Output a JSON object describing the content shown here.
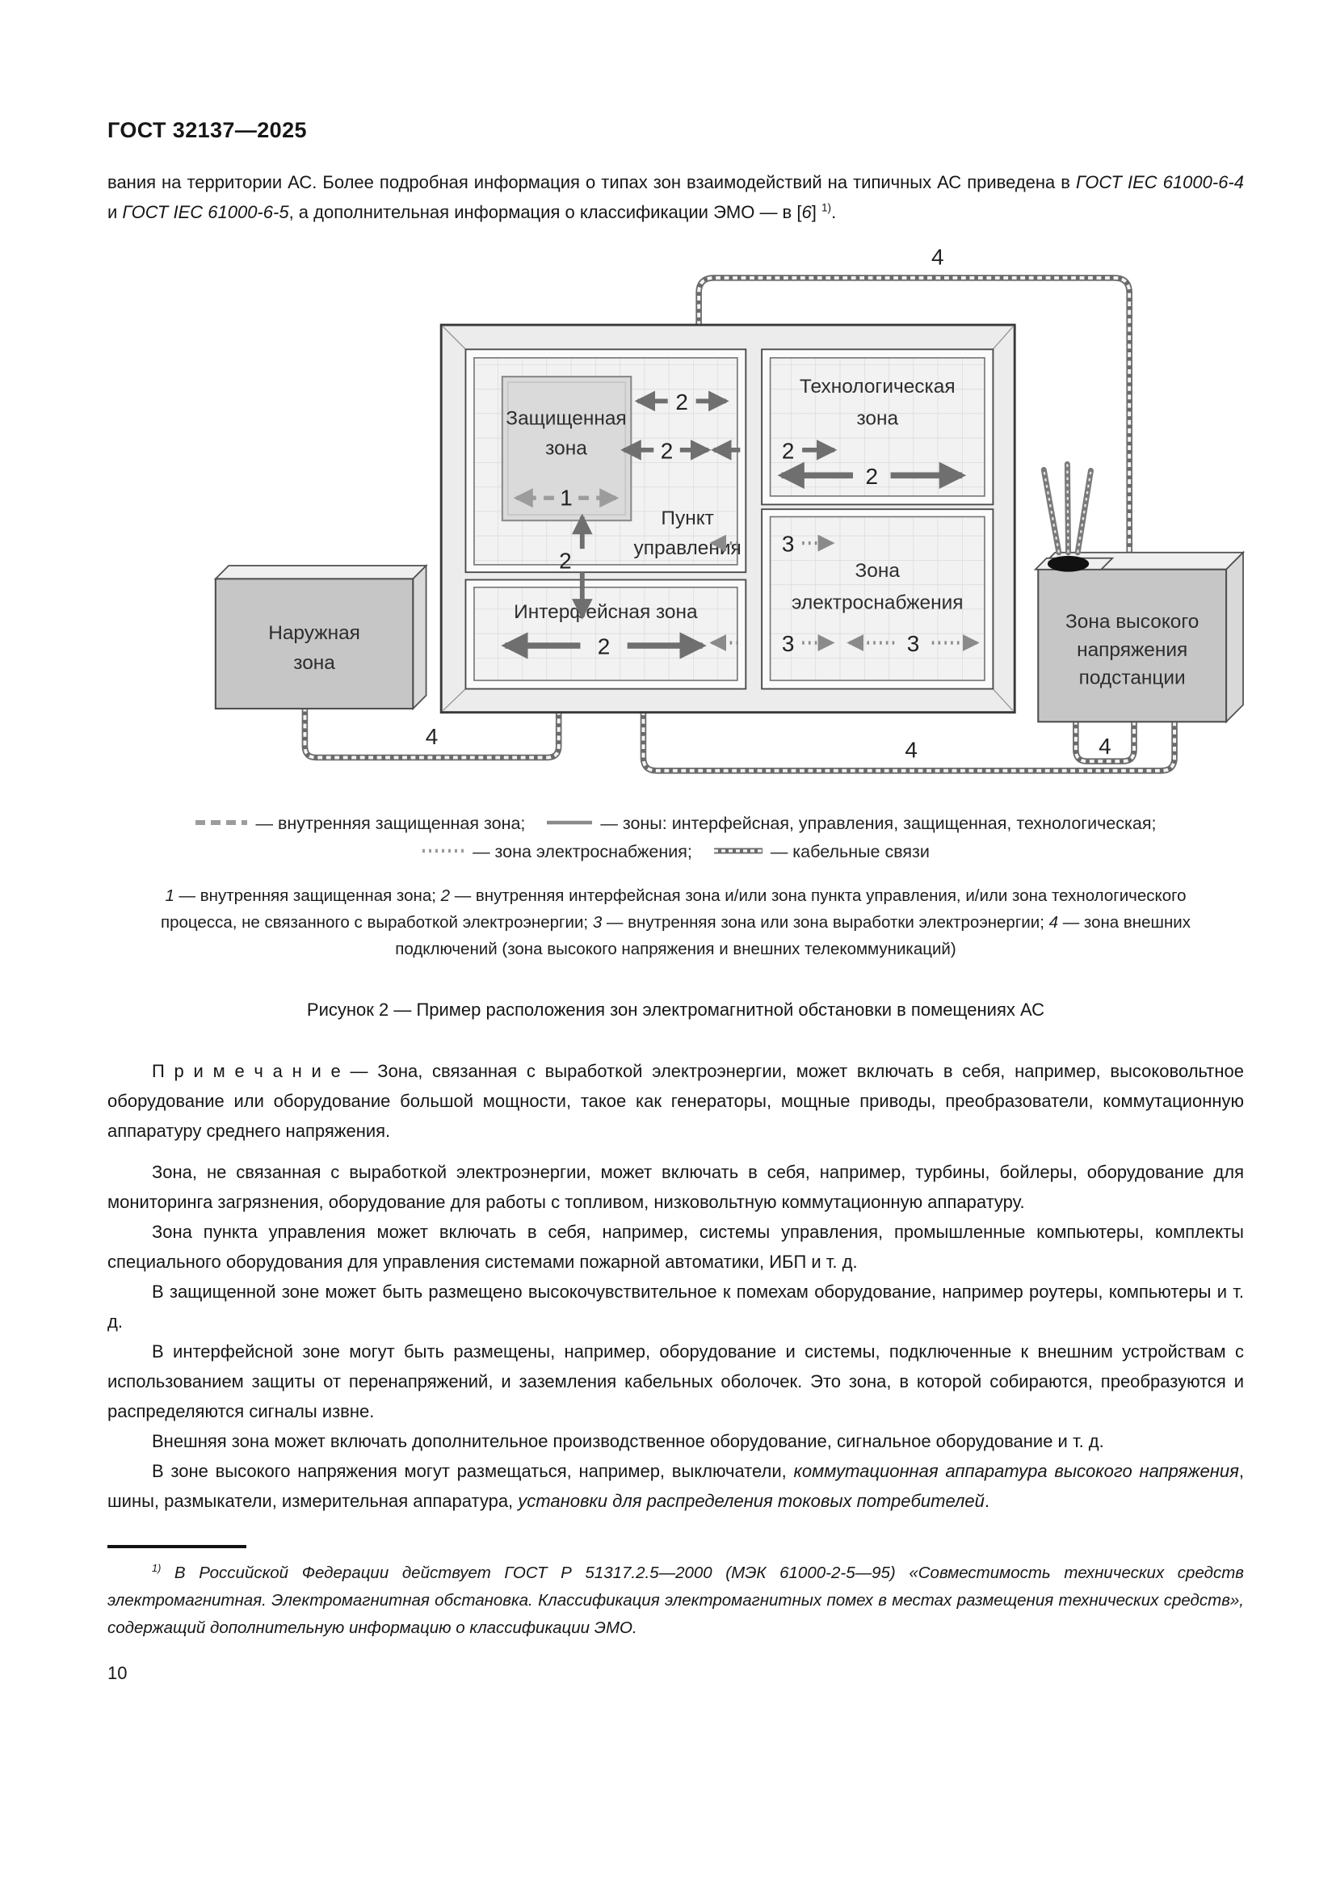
{
  "page": {
    "header": "ГОСТ 32137—2025",
    "number": "10"
  },
  "intro": {
    "t1": "вания на территории АС. Более подробная информация о типах зон взаимодействий на типичных АС приведена в ",
    "i1": "ГОСТ IEC 61000-6-4",
    "t2": " и ",
    "i2": "ГОСТ IEC 61000-6-5",
    "t3": ", а дополнительная информация о классификации ЭМО — в [",
    "i3": "6",
    "t4": "] ",
    "sup": "1)",
    "t5": "."
  },
  "diagram": {
    "labels": {
      "protected1": "Защищенная",
      "protected2": "зона",
      "tech1": "Технологическая",
      "tech2": "зона",
      "control1": "Пункт",
      "control2": "управления",
      "interface": "Интерфейсная зона",
      "power1": "Зона",
      "power2": "электроснабжения",
      "outdoor1": "Наружная",
      "outdoor2": "зона",
      "hv1": "Зона высокого",
      "hv2": "напряжения",
      "hv3": "подстанции"
    },
    "markers": {
      "m1": "1",
      "m2": "2",
      "m3": "3",
      "m4": "4"
    }
  },
  "legend": {
    "item1": "— внутренняя защищенная зона;",
    "item2": "— зоны: интерфейсная, управления, защищенная, технологическая;",
    "item3": "— зона электроснабжения;",
    "item4": "— кабельные связи"
  },
  "key": {
    "n1": "1",
    "t1": " — внутренняя защищенная зона; ",
    "n2": "2",
    "t2": " — внутренняя интерфейсная зона и/или зона пункта управления, и/или зона технологического процесса, не связанного с выработкой электроэнергии; ",
    "n3": "3",
    "t3": " — внутренняя зона или зона выработки электроэнергии; ",
    "n4": "4",
    "t4": " — зона внешних подключений (зона высокого напряжения и внешних телекоммуникаций)"
  },
  "caption": "Рисунок 2 — Пример расположения зон электромагнитной обстановки в помещениях АС",
  "note": {
    "label": "П р и м е ч а н и е",
    "text": " — Зона, связанная с выработкой электроэнергии, может включать в себя, например, высоковольтное оборудование или оборудование большой мощности, такое как генераторы, мощные приводы, преобразователи, коммутационную аппаратуру среднего напряжения."
  },
  "paragraphs": {
    "p1": "Зона, не связанная с выработкой электроэнергии, может включать в себя, например, турбины, бойлеры, оборудование для мониторинга загрязнения, оборудование для работы с топливом, низковольтную коммутационную аппаратуру.",
    "p2": "Зона пункта управления может включать в себя, например, системы управления, промышленные компьютеры, комплекты специального оборудования для управления системами пожарной автоматики, ИБП и т. д.",
    "p3": "В защищенной зоне может быть размещено высокочувствительное к помехам оборудование, например роутеры, компьютеры и т. д.",
    "p4": "В интерфейсной зоне могут быть размещены, например, оборудование и системы, подключенные к внешним устройствам с использованием защиты от перенапряжений, и заземления кабельных оболочек. Это зона, в которой собираются, преобразуются и распределяются сигналы извне.",
    "p5": "Внешняя зона может включать дополнительное производственное оборудование, сигнальное оборудование и т. д.",
    "p6a": "В зоне высокого напряжения могут размещаться, например, выключатели, ",
    "p6i1": "коммутационная аппаратура высокого напряжения",
    "p6b": ", шины, размыкатели, измерительная аппаратура, ",
    "p6i2": "установки для распределения токовых потребителей",
    "p6c": "."
  },
  "footnote": {
    "sup": "1)",
    "text": " В Российской Федерации действует ГОСТ Р 51317.2.5—2000 (МЭК 61000-2-5—95) «Совместимость технических средств электромагнитная. Электромагнитная обстановка. Классификация электромагнитных помех в местах размещения технических средств», содержащий дополнительную информацию о классификации ЭМО."
  }
}
